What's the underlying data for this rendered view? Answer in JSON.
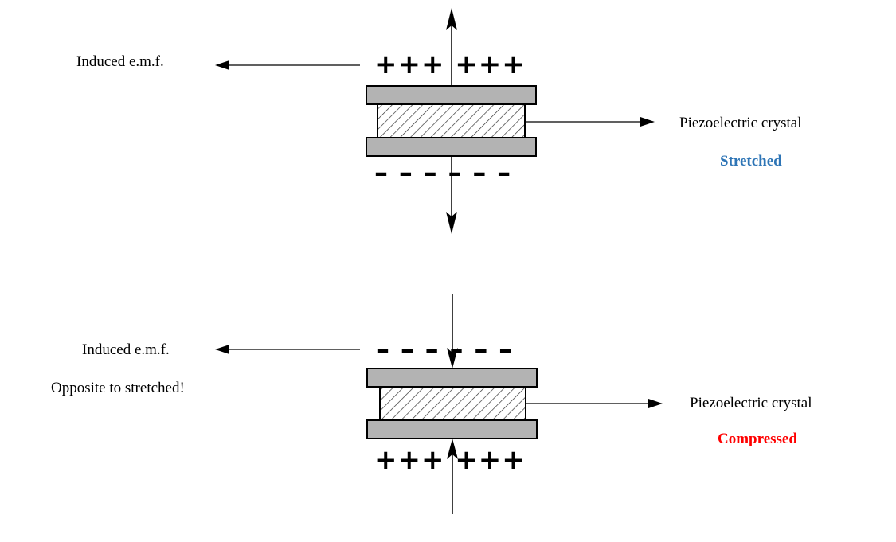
{
  "colors": {
    "plate": "#b3b3b3",
    "stroke": "#000000",
    "stretched": "#2e75b6",
    "compressed": "#ff0000"
  },
  "top": {
    "emf_label": "Induced e.m.f.",
    "top_signs": "+++|+++",
    "bottom_signs": "– – – – – –",
    "crystal_label": "Piezoelectric crystal",
    "state_label": "Stretched"
  },
  "bottom": {
    "emf_label": "Induced e.m.f.",
    "note": "Opposite to stretched!",
    "top_signs": "– – – – – –",
    "bottom_signs": "+++|+++",
    "crystal_label": "Piezoelectric crystal",
    "state_label": "Compressed"
  }
}
